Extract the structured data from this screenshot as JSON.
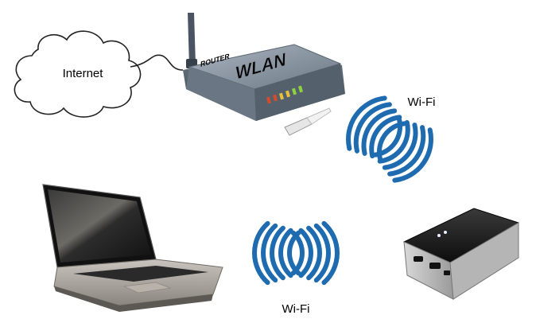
{
  "labels": {
    "internet": "Internet",
    "wifi_router": "Wi-Fi",
    "wifi_laptop": "Wi-Fi"
  },
  "router": {
    "brand_text": "WLAN",
    "side_text": "ROUTER"
  },
  "colors": {
    "wifi_wave": "#1f6bb0",
    "router_body": "#5f6c7b",
    "router_top": "#8a96a3",
    "led_green": "#8fd13f",
    "led_yellow": "#e8c13a",
    "led_red": "#d64b2a"
  }
}
